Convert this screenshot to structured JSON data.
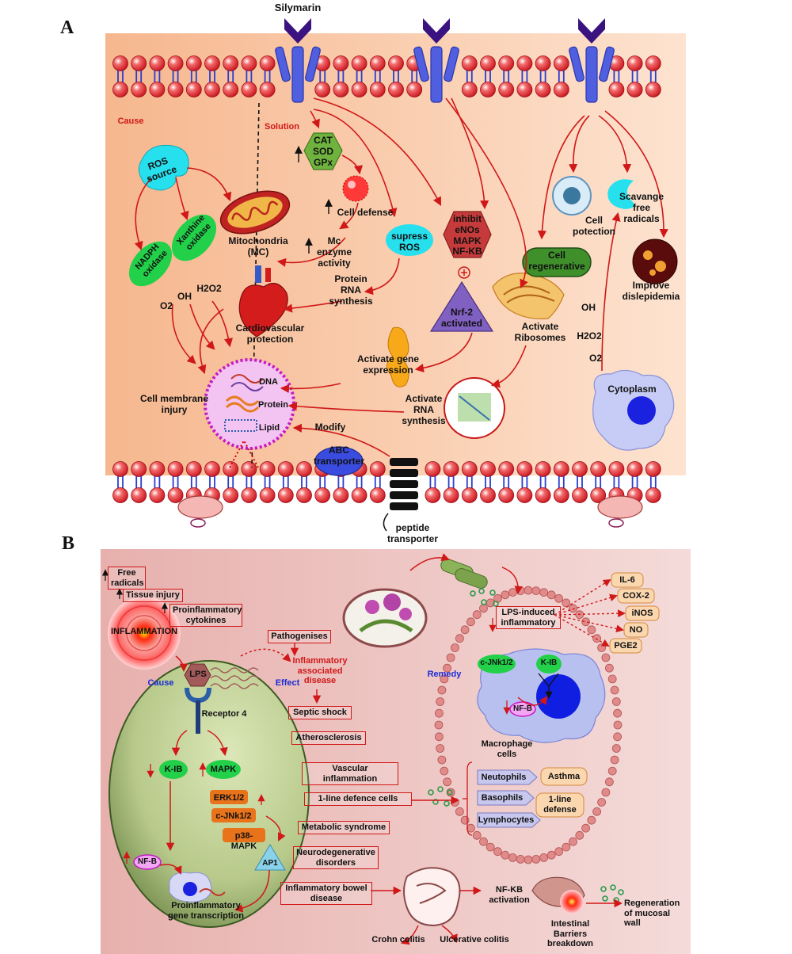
{
  "panels": {
    "a": "A",
    "b": "B"
  },
  "colors": {
    "panel_a_bg": "#f7c9a4",
    "panel_b_bg": "#e5b7b3",
    "accent_red": "#d01818",
    "membrane_head": "#e8323c",
    "receptor": "#4a5ad8",
    "green_pill": "#22d04a",
    "cyan": "#27e0ee"
  },
  "panel_a": {
    "silymarin": "Silymarin",
    "cause": "Cause",
    "solution": "Solution",
    "enzymes": "CAT\nSOD\nGPx",
    "ros_source": "ROS\nsource",
    "xanthine_oxidase": "Xanthine\noxidase",
    "nadph_oxidase": "NADPH\noxidase",
    "mitochondria": "Mitochondria\n(MC)",
    "cell_defense": "Cell defense",
    "mc_enzyme": "Mc enzyme\nactivity",
    "supress_ros": "supress\nROS",
    "inhibit": "inhibit\neNOs\nMAPK\nNF-KB",
    "nrf2": "Nrf-2\nactivated",
    "protein_rna": "Protein\nRNA\nsynthesis",
    "cardiovascular": "Cardiovascular\nprotection",
    "oh": "OH",
    "h2o2": "H2O2",
    "o2": "O2",
    "dna": "DNA",
    "protein": "Protein",
    "lipid": "Lipid",
    "cell_membrane_injury": "Cell membrane\ninjury",
    "activate_gene": "Activate gene\nexpression",
    "activate_rna": "Activate\nRNA\nsynthesis",
    "modify": "Modify",
    "abc_transporter": "ABC\ntransporter",
    "peptide_transporter": "peptide\ntransporter",
    "cell_protection": "Cell\npotection",
    "scavange": "Scavange\nfree\nradicals",
    "cell_regenerative": "Cell\nregenerative",
    "improve_dislipidemia": "Improve\ndislepidemia",
    "activate_ribosomes": "Activate\nRibosomes",
    "oh_right": "OH",
    "h2o2_right": "H2O2",
    "o2_right": "O2",
    "cytoplasm": "Cytoplasm"
  },
  "panel_b": {
    "free_radicals": "Free\nradicals",
    "tissue_injury": "Tissue injury",
    "proinflammatory_cytokines": "Proinflammatory\ncytokines",
    "inflammation": "INFLAMMATION",
    "cause": "Cause",
    "lps": "LPS",
    "effect": "Effect",
    "pathogenises": "Pathogenises",
    "inflammatory_disease": "Inflammatory\nassociated\ndisease",
    "septic_shock": "Septic shock",
    "receptor4": "Receptor 4",
    "atherosclerosis": "Atherosclerosis",
    "kib": "K-IB",
    "mapk": "MAPK",
    "vascular_inflammation": "Vascular inflammation",
    "erk": "ERK1/2",
    "cjnk": "c-JNk1/2",
    "p38": "p38-MAPK",
    "defence_cells": "1-line defence cells",
    "metabolic_syndrome": "Metabolic syndrome",
    "ap1": "AP1",
    "neurodegenerative": "Neurodegenerative\ndisorders",
    "nfb_left": "NF-B",
    "proinflammatory_gene": "Proinflammatory\ngene transcription",
    "ibd": "Inflammatory bowel\ndisease",
    "crohn": "Crohn colitis",
    "ulcerative": "Ulcerative colitis",
    "nfkb_activation": "NF-KB\nactivation",
    "intestinal_barrier": "Intestinal\nBarriers\nbreakdown",
    "regeneration": "Regeneration\nof mucosal\nwall",
    "lps_induced": "LPS-induced\ninflammatory",
    "remedy": "Remedy",
    "cjnk_right": "c-JNk1/2",
    "kib_right": "K-IB",
    "nfb_right": "NF-B",
    "macrophage": "Macrophage\ncells",
    "il6": "IL-6",
    "cox2": "COX-2",
    "inos": "iNOS",
    "no": "NO",
    "pge2": "PGE2",
    "neutophils": "Neutophils",
    "basophils": "Basophils",
    "lymphocytes": "Lymphocytes",
    "asthma": "Asthma",
    "defense_1line": "1-line\ndefense"
  }
}
